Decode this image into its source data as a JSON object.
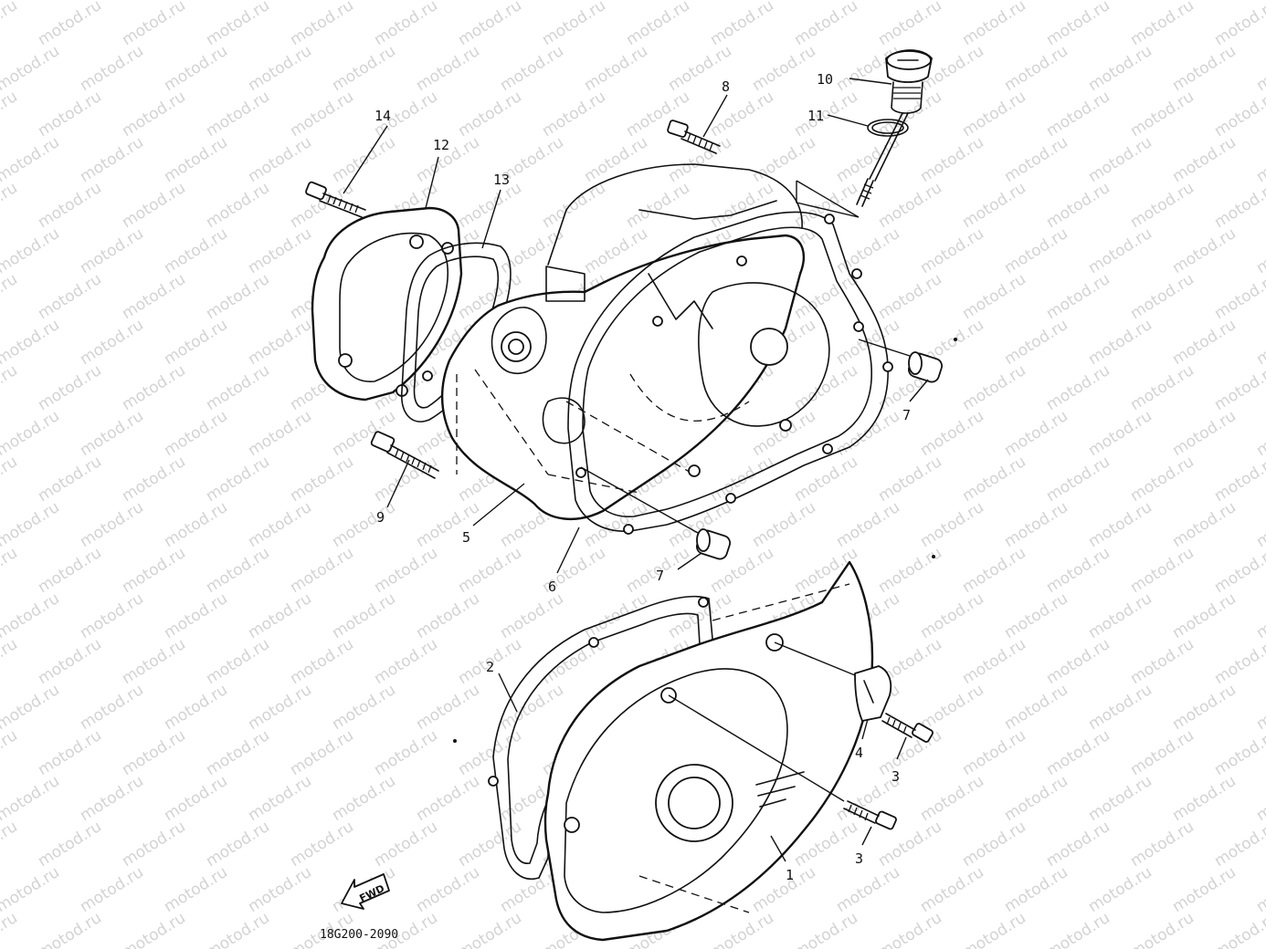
{
  "watermark": {
    "text": "motod.ru",
    "color": "#d3d3d3"
  },
  "diagram": {
    "code": "18G200-2090",
    "direction_label": "FWD",
    "callouts": [
      "1",
      "2",
      "3",
      "3",
      "4",
      "5",
      "6",
      "7",
      "7",
      "8",
      "9",
      "10",
      "11",
      "12",
      "13",
      "14"
    ]
  },
  "colors": {
    "line": "#111111",
    "background": "#ffffff"
  },
  "icons": {
    "direction": "fwd-arrow-icon"
  }
}
